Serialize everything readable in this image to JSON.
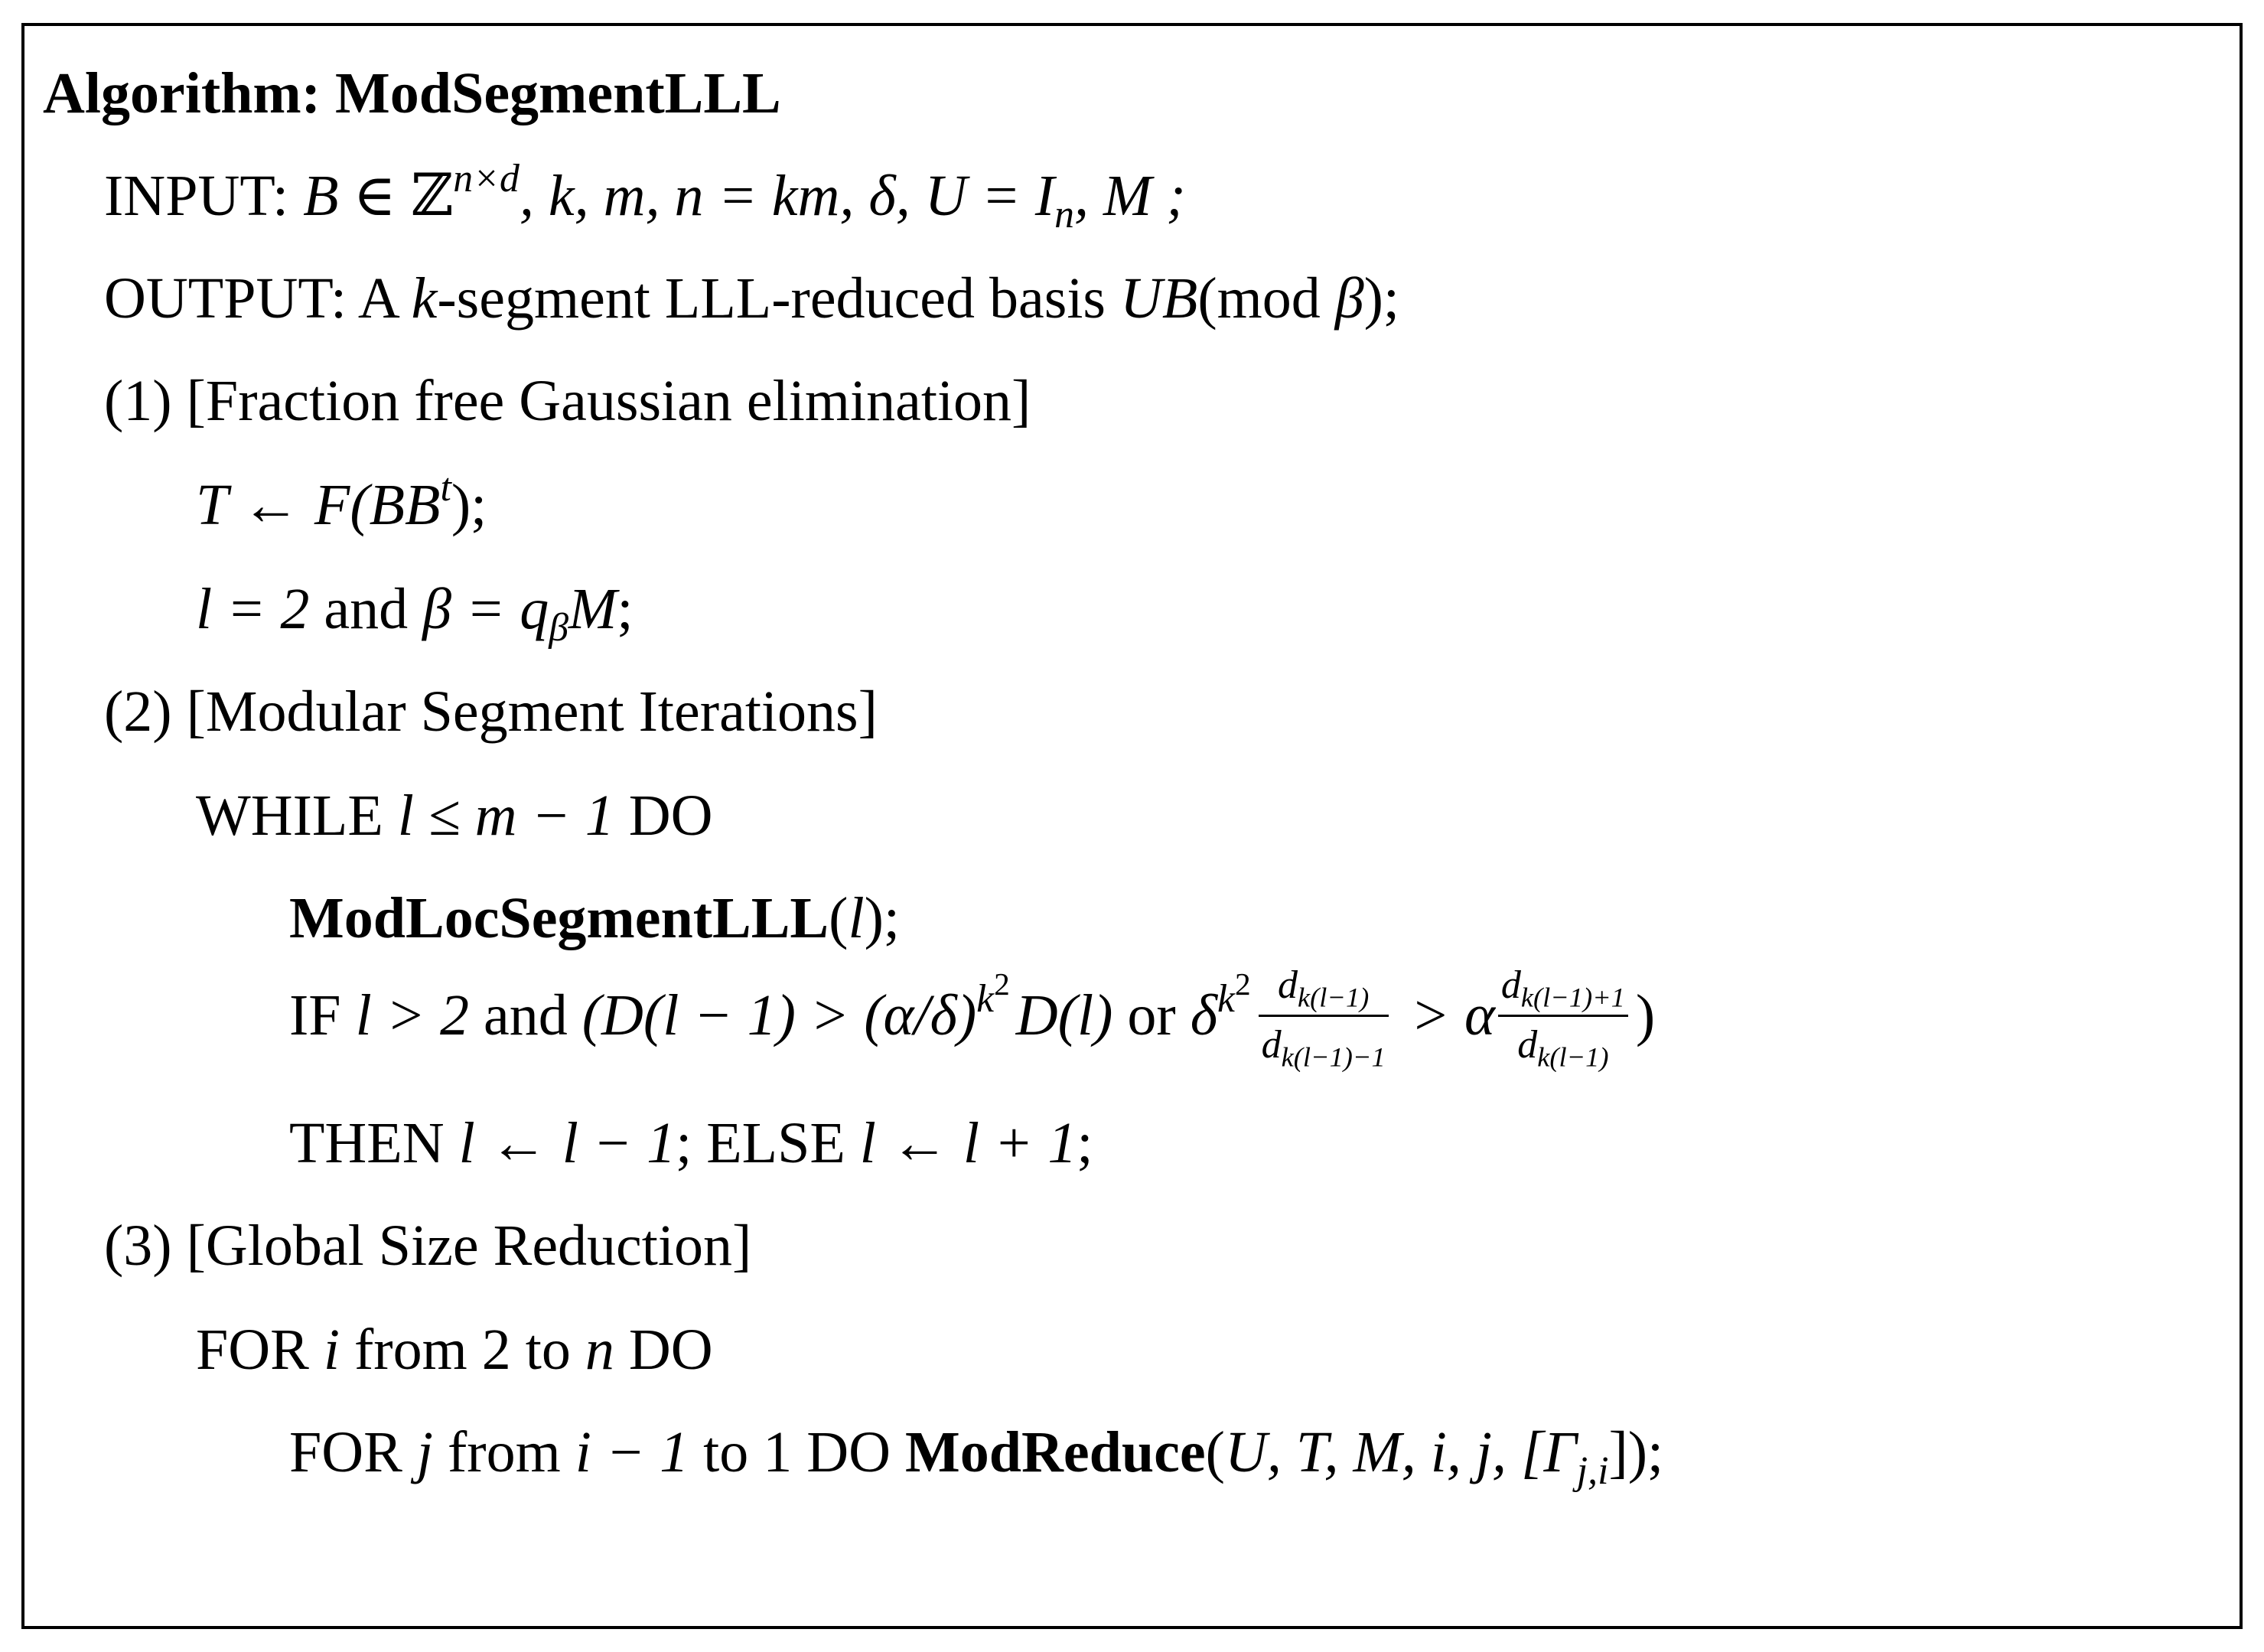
{
  "algorithm": {
    "title_label": "Algorithm:",
    "title_name": "ModSegmentLLL",
    "input": {
      "label": "INPUT:",
      "B": "B",
      "in": " ∈ ",
      "Z": "ℤ",
      "dims": "n×d",
      "params": ", k, m, n = km, δ, U = I",
      "In_sub": "n",
      "params_end": ", M ;"
    },
    "output": {
      "label": "OUTPUT: A ",
      "k": "k",
      "mid": "-segment LLL-reduced basis ",
      "UB": "UB",
      "mod_open": "(mod ",
      "beta": "β",
      "end": ");"
    },
    "step1": {
      "header": "(1) [Fraction free Gaussian elimination]",
      "line1_lhs": "T ← F(BB",
      "line1_sup": "t",
      "line1_end": ");",
      "line2_l": "l = 2",
      "line2_and": " and ",
      "line2_beta": "β = q",
      "line2_sub": "β",
      "line2_M": "M",
      "line2_end": ";"
    },
    "step2": {
      "header": "(2) [Modular Segment Iterations]",
      "while_kw": "WHILE ",
      "while_cond": "l ≤ m − 1",
      "while_do": " DO",
      "call_name": "ModLocSegmentLLL",
      "call_open": "(",
      "call_arg": "l",
      "call_close": ");",
      "if_kw": "IF ",
      "if_cond1": "l > 2",
      "if_and": " and ",
      "if_expr1": "(D(l − 1) > (α/δ)",
      "if_exp1_base": "k",
      "if_exp1_pow": "2",
      "if_expr2": "D(l)",
      "if_or": " or ",
      "if_delta": "δ",
      "frac1_num_base": "d",
      "frac1_num_sub": "k(l−1)",
      "frac1_den_base": "d",
      "frac1_den_sub": "k(l−1)−1",
      "if_gt_alpha": " > α",
      "frac2_num_base": "d",
      "frac2_num_sub": "k(l−1)+1",
      "frac2_den_base": "d",
      "frac2_den_sub": "k(l−1)",
      "if_close": ")",
      "then_kw": "THEN ",
      "then_expr": "l ← l − 1",
      "then_sep": "; ELSE ",
      "else_expr": "l ← l + 1",
      "else_end": ";"
    },
    "step3": {
      "header": "(3) [Global Size Reduction]",
      "for1_kw": "FOR ",
      "for1_var": "i",
      "for1_from": " from 2 to ",
      "for1_n": "n",
      "for1_do": " DO",
      "for2_kw": "FOR ",
      "for2_var": "j",
      "for2_from": " from ",
      "for2_start": "i − 1",
      "for2_to": " to 1 DO ",
      "call_name": "ModReduce",
      "call_open": "(",
      "call_args": "U, T, M, i, j, [Γ",
      "call_sub": "j,i",
      "call_close": "]);"
    }
  }
}
